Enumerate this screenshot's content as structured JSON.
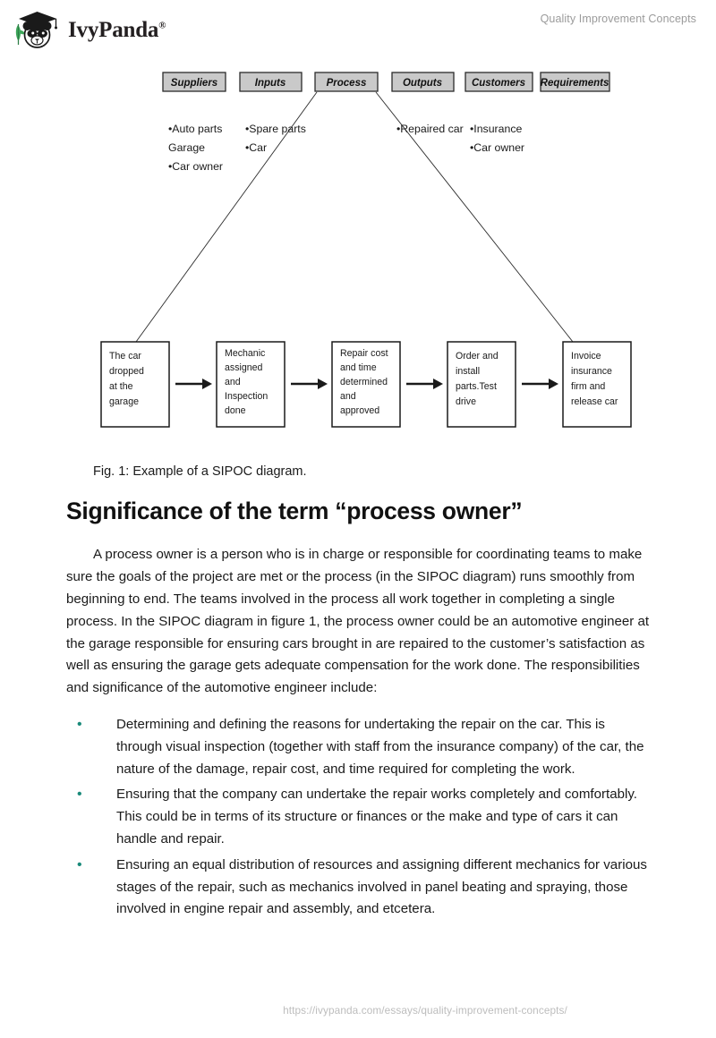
{
  "header": {
    "brand_name": "IvyPanda",
    "brand_registered_mark": "®",
    "logo_icon": "panda-graduate-logo",
    "document_title": "Quality Improvement Concepts"
  },
  "figure": {
    "caption": "Fig. 1: Example of a SIPOC diagram.",
    "columns": [
      {
        "label": "Suppliers",
        "items": [
          "•Auto parts",
          "Garage",
          "•Car owner"
        ]
      },
      {
        "label": "Inputs",
        "items": [
          "•Spare parts",
          "•Car"
        ]
      },
      {
        "label": "Process",
        "items": []
      },
      {
        "label": "Outputs",
        "items": [
          "•Repaired car"
        ]
      },
      {
        "label": "Customers",
        "items": [
          "•Insurance",
          "•Car owner"
        ]
      },
      {
        "label": "Requirements",
        "items": []
      }
    ],
    "process_steps": [
      [
        "The car",
        "dropped",
        "at the",
        "garage"
      ],
      [
        "Mechanic",
        "assigned",
        "and",
        "Inspection",
        "done"
      ],
      [
        "Repair cost",
        "and time",
        "determined",
        "and",
        "approved"
      ],
      [
        "Order and",
        "install",
        "parts.Test",
        "drive"
      ],
      [
        "Invoice",
        "insurance",
        "firm and",
        "release car"
      ]
    ]
  },
  "content": {
    "heading": "Significance of the term “process owner”",
    "paragraph": "A process owner is a person who is in charge or responsible for coordinating teams to make sure the goals of the project are met or the process (in the SIPOC diagram) runs smoothly from beginning to end. The teams involved in the process all work together in completing a single process. In the SIPOC diagram in figure 1, the process owner could be an automotive engineer at the garage responsible for ensuring cars brought in are repaired to the customer’s satisfaction as well as ensuring the garage gets adequate compensation for the work done. The responsibilities and significance of the automotive engineer include:",
    "bullets": [
      "Determining and defining the reasons for undertaking the repair on the car. This is through visual inspection (together with staff from the insurance company) of the car, the nature of the damage, repair cost, and time required for completing the work.",
      "Ensuring that the company can undertake the repair works completely and comfortably. This could be in terms of its structure or finances or the make and type of cars it can handle and repair.",
      "Ensuring an equal distribution of resources and assigning different mechanics for various stages of the repair, such as mechanics involved in panel beating and spraying, those involved in engine repair and assembly, and etcetera."
    ],
    "bullet_marker": "•"
  },
  "footer": {
    "url": "https://ivypanda.com/essays/quality-improvement-concepts/"
  },
  "colors": {
    "bullet_teal": "#1a8a7a",
    "header_gray": "#9b9b9b",
    "footer_gray": "#bdbdbd",
    "box_fill": "#c9c9c9",
    "logo_green": "#3ea75b"
  }
}
